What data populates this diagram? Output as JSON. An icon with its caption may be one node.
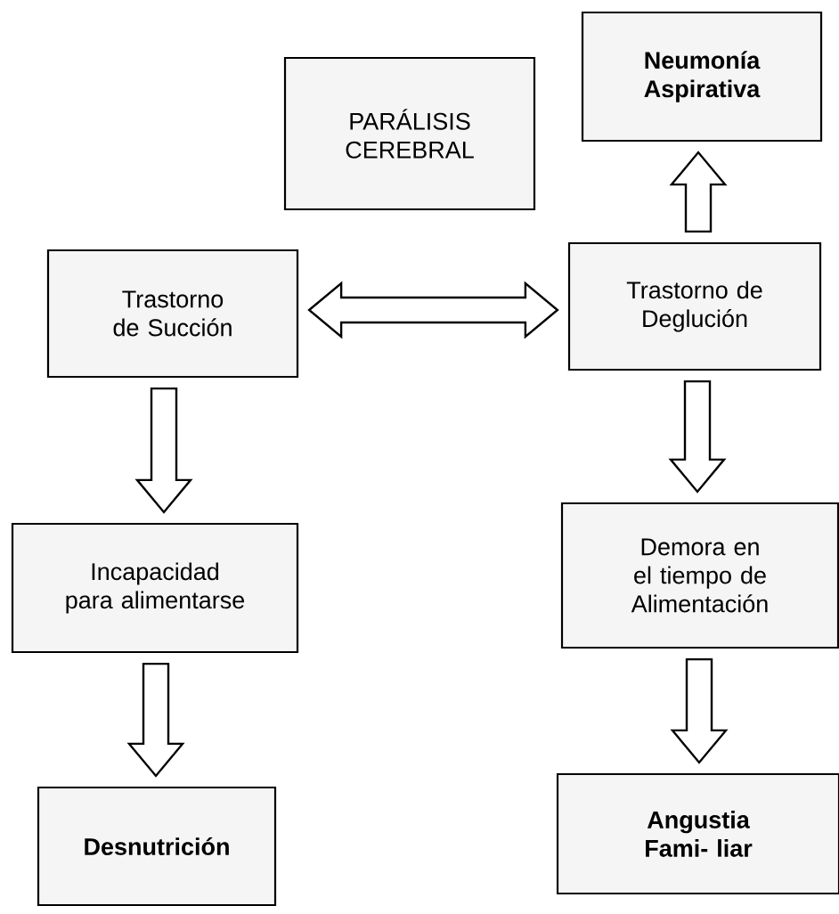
{
  "diagram": {
    "nodes": [
      {
        "text": [
          "PARÁLISIS CEREBRAL"
        ]
      },
      {
        "text": [
          "Neumonía Aspirativa"
        ]
      },
      {
        "text": [
          "Trastorno de Succión"
        ]
      },
      {
        "text": [
          "Trastorno de Deglución"
        ]
      },
      {
        "text": [
          "Incapacidad para alimentarse"
        ]
      },
      {
        "text": [
          "Demora en el tiempo de Alimentación"
        ]
      },
      {
        "text": [
          "Desnutrición"
        ]
      },
      {
        "text": [
          "Angustia Fami- liar"
        ]
      }
    ],
    "edges": [
      {
        "from": 2,
        "to": 3,
        "arrow": "both"
      },
      {
        "from": 3,
        "to": 1,
        "arrow": "to"
      },
      {
        "from": 2,
        "to": 4,
        "arrow": "to"
      },
      {
        "from": 3,
        "to": 5,
        "arrow": "to"
      },
      {
        "from": 4,
        "to": 6,
        "arrow": "to"
      },
      {
        "from": 5,
        "to": 7,
        "arrow": "to"
      }
    ]
  }
}
